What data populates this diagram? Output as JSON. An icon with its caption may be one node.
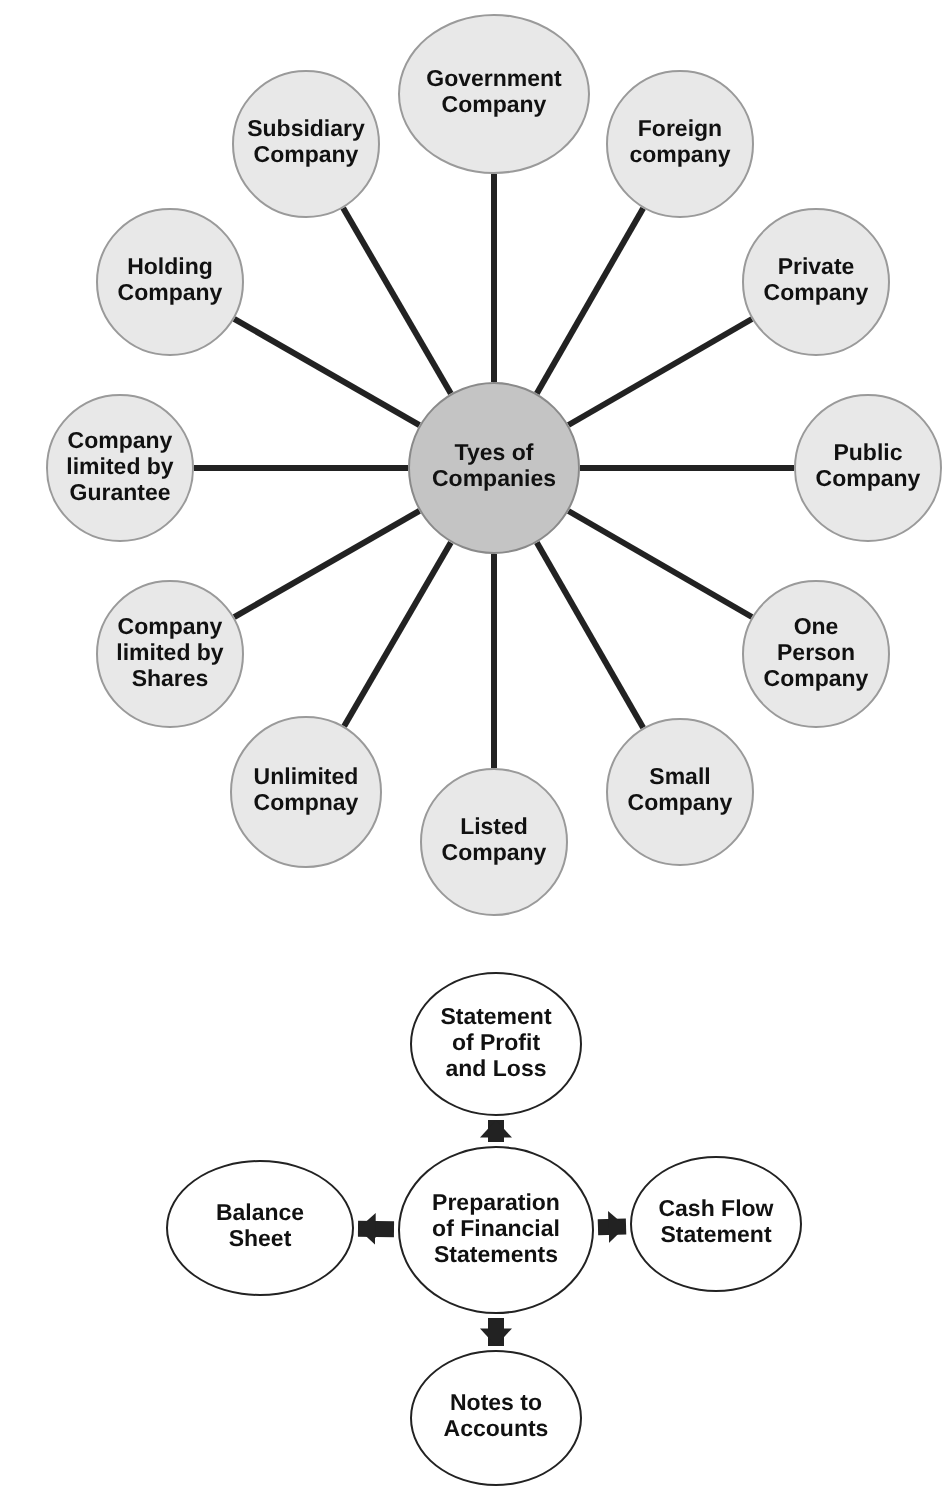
{
  "diagram": {
    "nodes": [
      {
        "text": [
          "Government Company"
        ]
      },
      {
        "text": [
          "Subsidiary Company"
        ]
      },
      {
        "text": [
          "Foreign company"
        ]
      },
      {
        "text": [
          "Holding Company"
        ]
      },
      {
        "text": [
          "Private Company"
        ]
      },
      {
        "text": [
          "Company limited by Gurantee"
        ]
      },
      {
        "text": [
          "Tyes of Companies"
        ]
      },
      {
        "text": [
          "Public Company"
        ]
      },
      {
        "text": [
          "Company limited by Shares"
        ]
      },
      {
        "text": [
          "One Person Company"
        ]
      },
      {
        "text": [
          "Unlimited Compnay"
        ]
      },
      {
        "text": [
          "Small Company"
        ]
      },
      {
        "text": [
          "Listed Company"
        ]
      },
      {
        "text": [
          "Statement of Profit and Loss"
        ]
      },
      {
        "text": [
          "Balance Sheet"
        ]
      },
      {
        "text": [
          "Preparation of Financial Statements"
        ]
      },
      {
        "text": [
          "Cash Flow Statement"
        ]
      },
      {
        "text": [
          "Notes to Accounts"
        ]
      }
    ],
    "edges": [
      {
        "from": 6,
        "to": 0,
        "arrow": "none"
      },
      {
        "from": 6,
        "to": 1,
        "arrow": "none"
      },
      {
        "from": 6,
        "to": 2,
        "arrow": "none"
      },
      {
        "from": 6,
        "to": 3,
        "arrow": "none"
      },
      {
        "from": 6,
        "to": 4,
        "arrow": "none"
      },
      {
        "from": 6,
        "to": 5,
        "arrow": "none"
      },
      {
        "from": 6,
        "to": 7,
        "arrow": "none"
      },
      {
        "from": 6,
        "to": 8,
        "arrow": "none"
      },
      {
        "from": 6,
        "to": 9,
        "arrow": "none"
      },
      {
        "from": 6,
        "to": 10,
        "arrow": "none"
      },
      {
        "from": 6,
        "to": 11,
        "arrow": "none"
      },
      {
        "from": 6,
        "to": 12,
        "arrow": "none"
      },
      {
        "from": 15,
        "to": 13,
        "arrow": "to",
        "style": "thick"
      },
      {
        "from": 15,
        "to": 14,
        "arrow": "to",
        "style": "thick"
      },
      {
        "from": 15,
        "to": 16,
        "arrow": "to",
        "style": "thick"
      },
      {
        "from": 15,
        "to": 17,
        "arrow": "to",
        "style": "thick"
      }
    ]
  }
}
